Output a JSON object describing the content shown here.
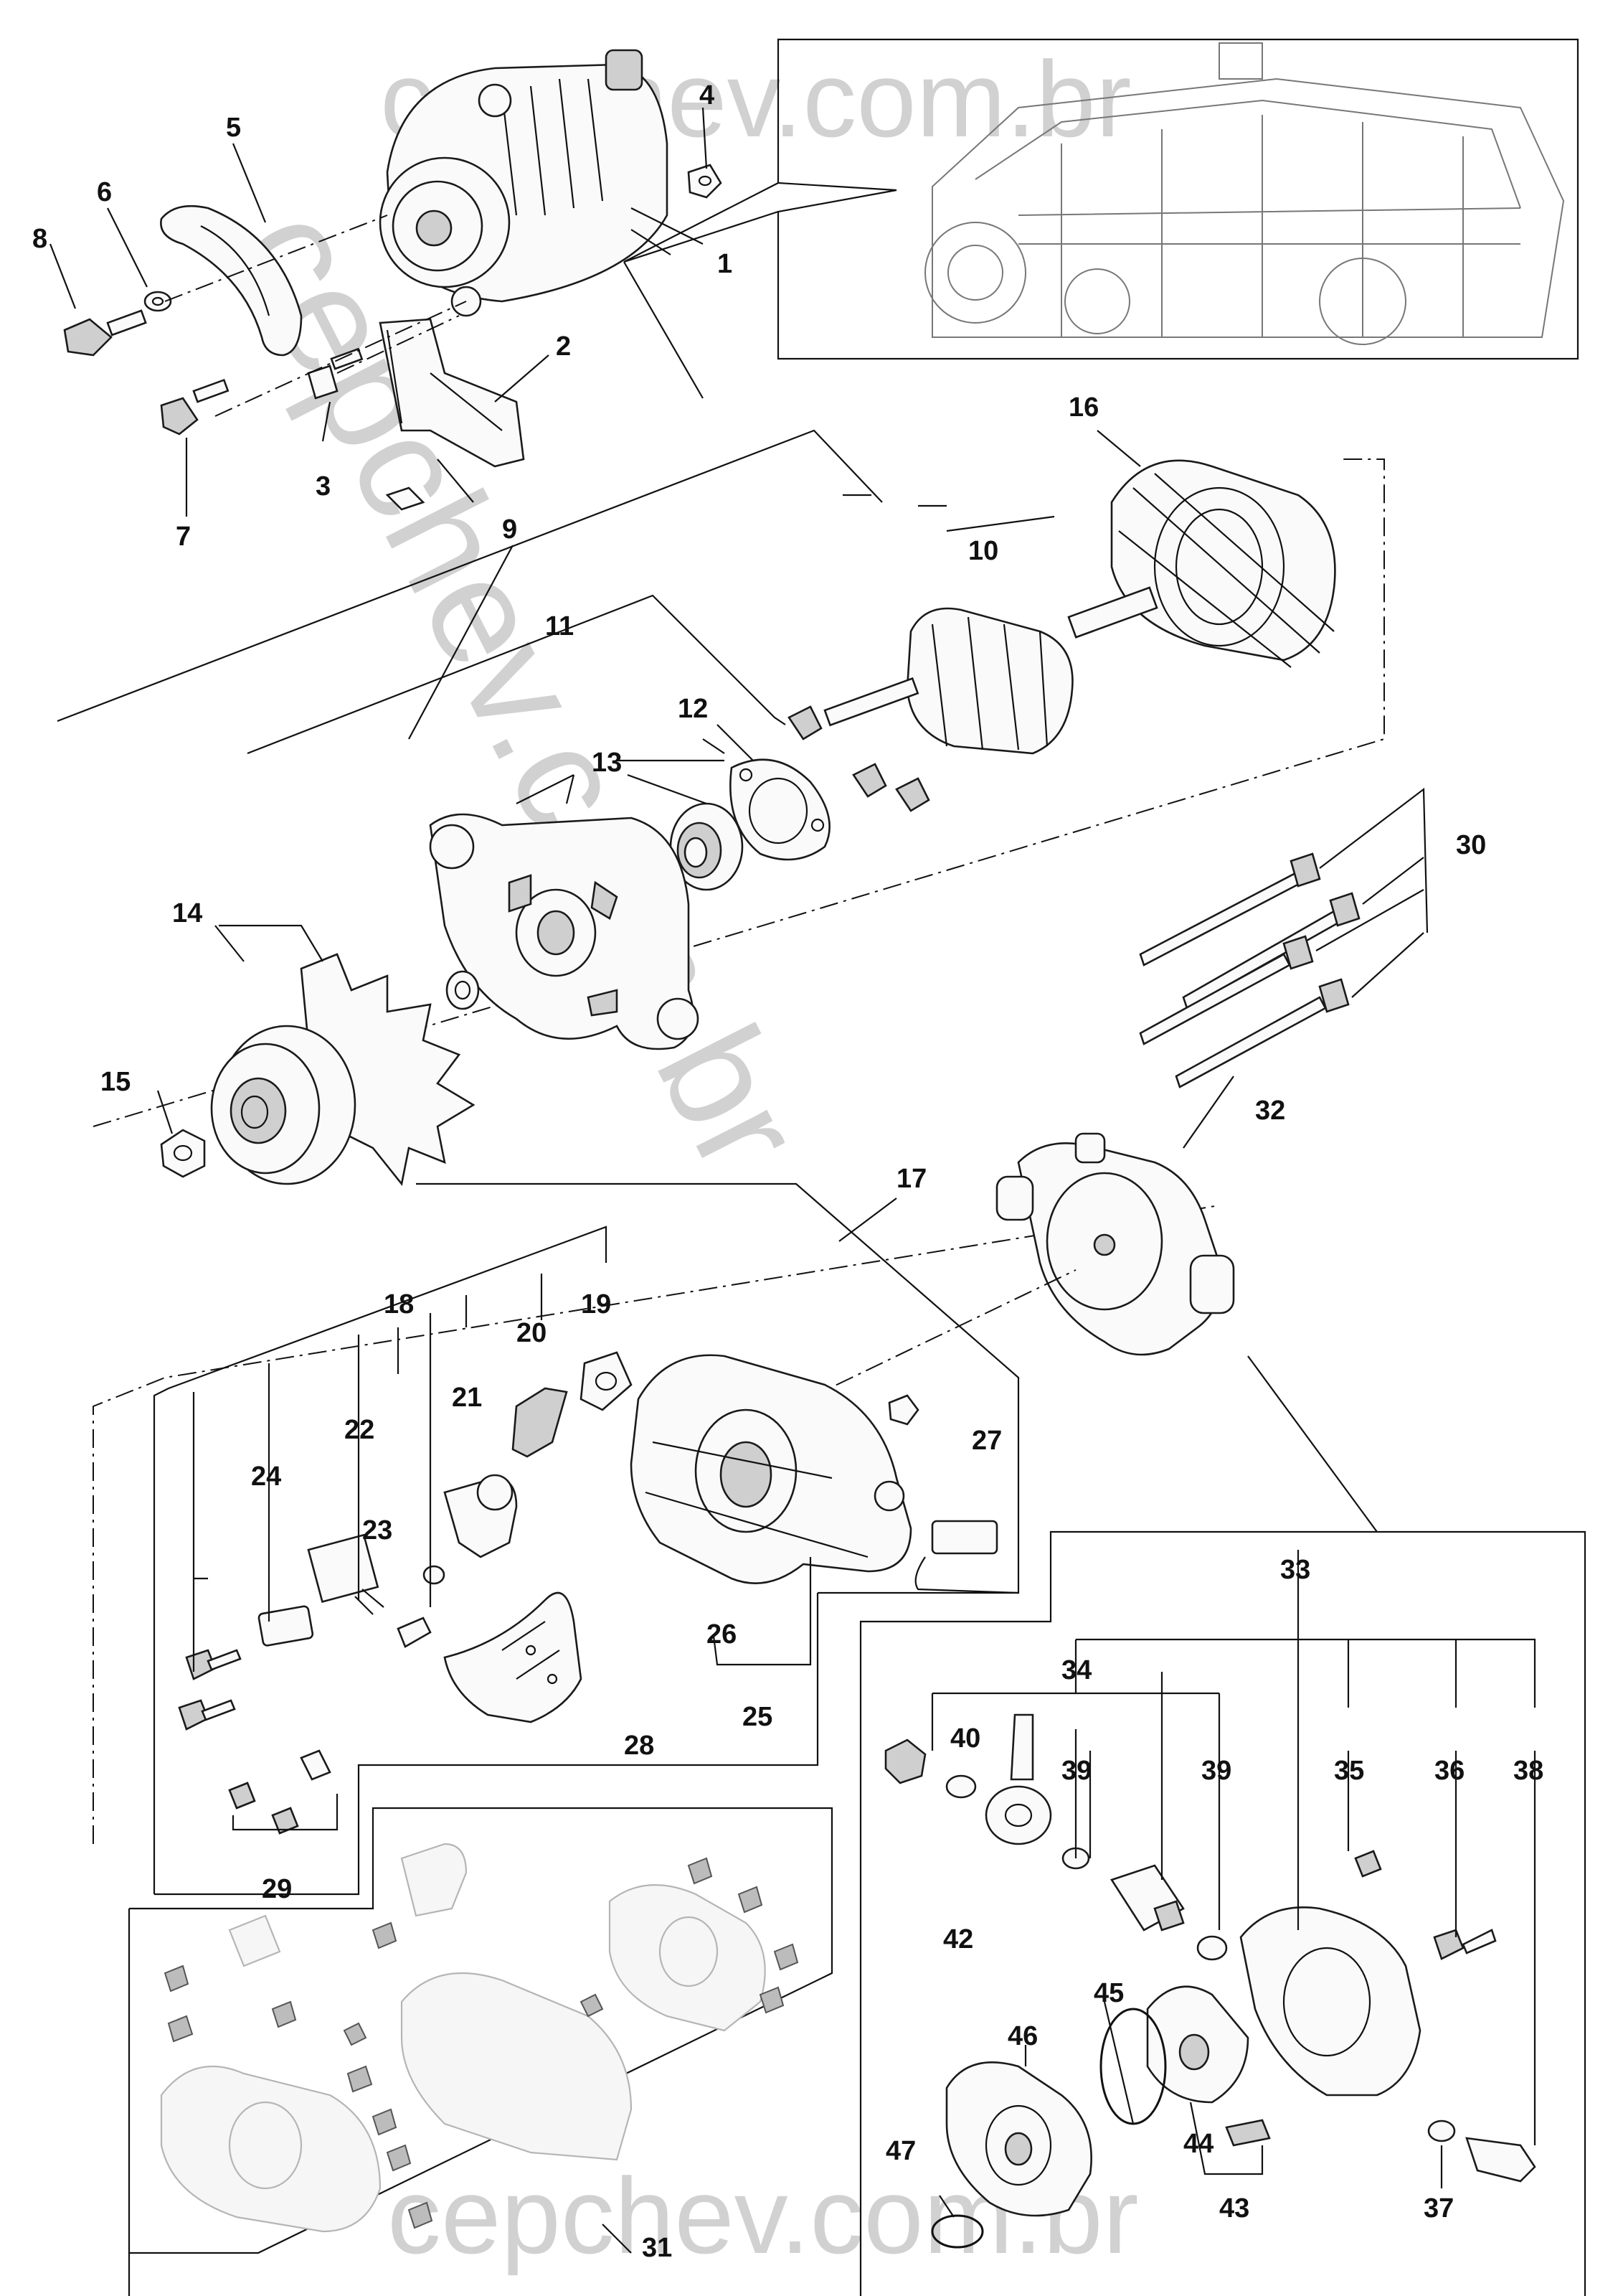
{
  "watermark": {
    "top": "cepchev.com.br",
    "diagonal": "cepchev.com.br",
    "bottom": "cepchev.com.br"
  },
  "callouts": {
    "c1": "1",
    "c2": "2",
    "c3": "3",
    "c4": "4",
    "c5": "5",
    "c6": "6",
    "c7": "7",
    "c8": "8",
    "c9": "9",
    "c10": "10",
    "c11": "11",
    "c12": "12",
    "c13": "13",
    "c14": "14",
    "c15": "15",
    "c16": "16",
    "c17": "17",
    "c18": "18",
    "c19": "19",
    "c20": "20",
    "c21": "21",
    "c22": "22",
    "c23": "23",
    "c24": "24",
    "c25": "25",
    "c26": "26",
    "c27": "27",
    "c28": "28",
    "c29": "29",
    "c30": "30",
    "c31": "31",
    "c32": "32",
    "c33": "33",
    "c34": "34",
    "c35": "35",
    "c36": "36",
    "c37": "37",
    "c38": "38",
    "c39a": "39",
    "c39b": "39",
    "c40": "40",
    "c42": "42",
    "c43": "43",
    "c44": "44",
    "c45": "45",
    "c46": "46",
    "c47": "47"
  }
}
